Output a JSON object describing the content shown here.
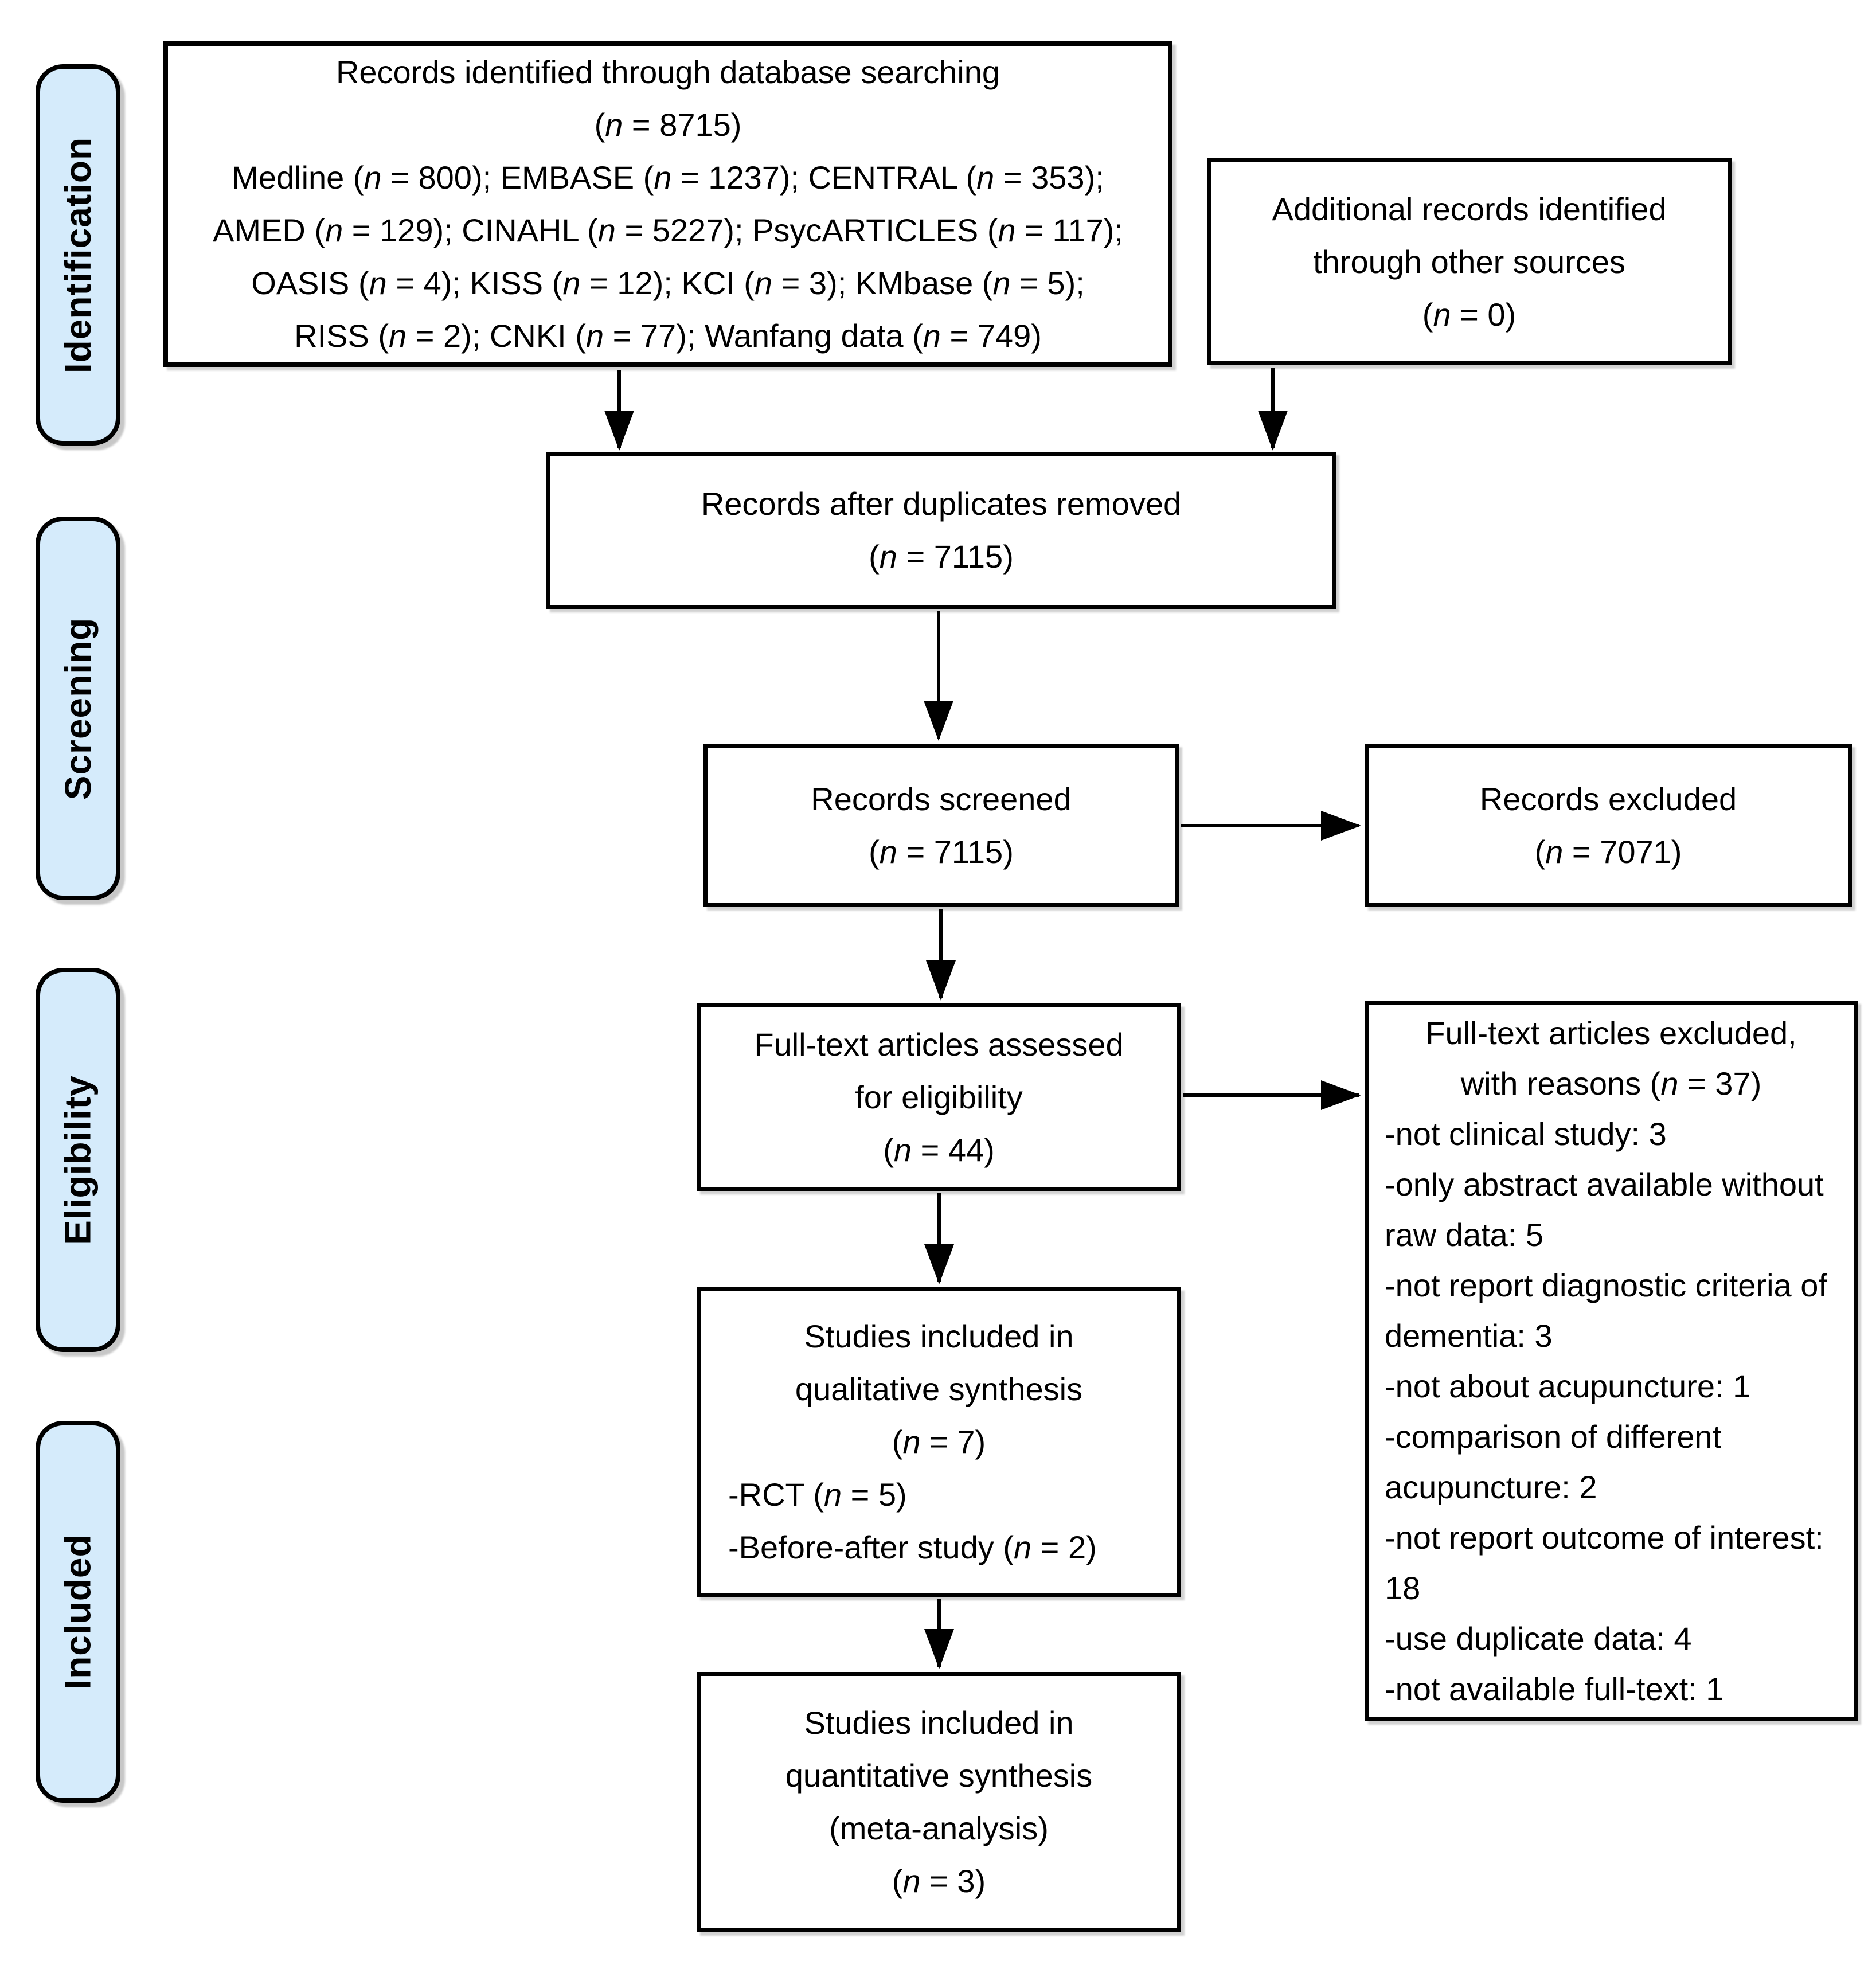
{
  "colors": {
    "stage_fill": "#d5ebfb",
    "border": "#000000",
    "background": "#ffffff",
    "text": "#000000",
    "arrow": "#000000"
  },
  "stages": [
    {
      "label": "Identification"
    },
    {
      "label": "Screening"
    },
    {
      "label": "Eligibility"
    },
    {
      "label": "Included"
    }
  ],
  "boxes": {
    "identified": {
      "lines": [
        "Records identified through database searching",
        "(n = 8715)",
        "Medline (n = 800); EMBASE (n = 1237); CENTRAL (n = 353);",
        "AMED (n = 129); CINAHL (n = 5227); PsycARTICLES (n = 117);",
        "OASIS (n = 4); KISS (n = 12); KCI (n = 3); KMbase (n = 5);",
        "RISS (n = 2); CNKI (n = 77); Wanfang data (n = 749)"
      ]
    },
    "additional": {
      "lines": [
        "Additional records identified",
        "through other sources",
        "(n = 0)"
      ]
    },
    "deduplicated": {
      "lines": [
        "Records after duplicates removed",
        "(n = 7115)"
      ]
    },
    "screened": {
      "lines": [
        "Records screened",
        "(n = 7115)"
      ]
    },
    "records_excluded": {
      "lines": [
        "Records excluded",
        "(n = 7071)"
      ]
    },
    "fulltext_assessed": {
      "lines": [
        "Full-text articles assessed",
        "for eligibility",
        "(n = 44)"
      ]
    },
    "fulltext_excluded": {
      "heading": [
        "Full-text articles excluded,",
        "with reasons (n = 37)"
      ],
      "reasons": [
        "-not clinical study: 3",
        "-only abstract available without raw data: 5",
        "-not report diagnostic criteria of dementia: 3",
        "-not about acupuncture: 1",
        "-comparison of different acupuncture: 2",
        "-not report outcome of interest: 18",
        "-use duplicate data: 4",
        "-not available full-text: 1"
      ]
    },
    "qualitative": {
      "heading": [
        "Studies included in",
        "qualitative synthesis",
        "(n = 7)"
      ],
      "details": [
        "-RCT (n = 5)",
        "-Before-after study (n = 2)"
      ]
    },
    "quantitative": {
      "lines": [
        "Studies included in",
        "quantitative synthesis",
        "(meta-analysis)",
        "(n = 3)"
      ]
    }
  }
}
